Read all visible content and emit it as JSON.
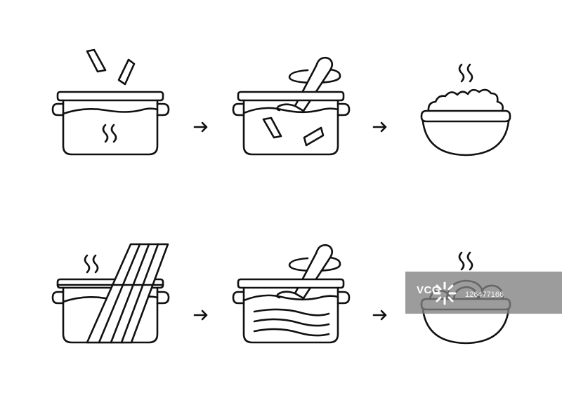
{
  "diagram": {
    "rows": [
      {
        "name": "short-pasta-row",
        "steps": [
          {
            "name": "pot-boiling-add-pasta",
            "icon": "pot-with-pasta-pieces-falling-icon"
          },
          {
            "name": "pot-stir-pasta",
            "icon": "pot-with-spoon-and-pasta-pieces-icon"
          },
          {
            "name": "bowl-of-pasta",
            "icon": "steaming-bowl-of-pasta-icon"
          }
        ]
      },
      {
        "name": "spaghetti-row",
        "steps": [
          {
            "name": "pot-boiling-add-spaghetti",
            "icon": "pot-with-spaghetti-sticks-icon"
          },
          {
            "name": "pot-stir-spaghetti",
            "icon": "pot-with-spoon-and-noodles-icon"
          },
          {
            "name": "bowl-of-spaghetti",
            "icon": "steaming-bowl-of-spaghetti-icon"
          }
        ]
      }
    ],
    "arrow_icon": "arrow-right-icon",
    "line_color": "#111111",
    "background_color": "#ffffff"
  },
  "watermark": {
    "brand": "VCG",
    "id_text": "126477166",
    "color": "#808080"
  }
}
